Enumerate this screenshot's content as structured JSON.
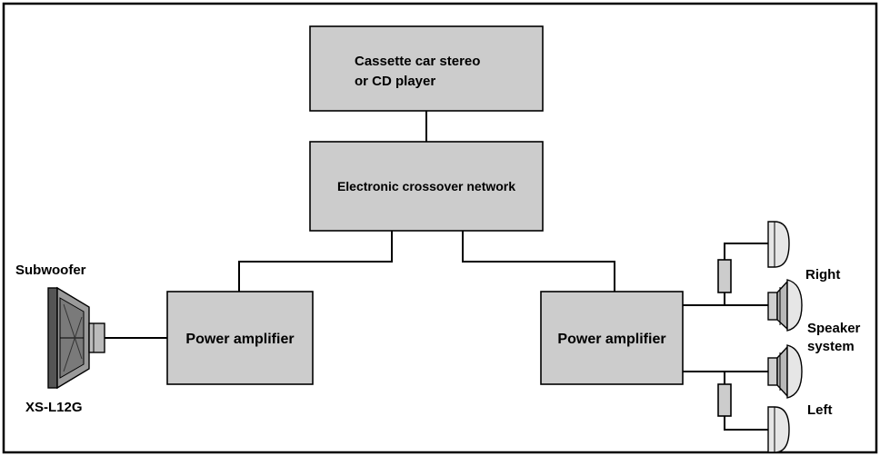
{
  "blocks": {
    "source_line1": "Cassette car stereo",
    "source_line2": "or CD player",
    "crossover": "Electronic crossover network",
    "amp_left": "Power amplifier",
    "amp_right": "Power amplifier"
  },
  "subwoofer": {
    "title": "Subwoofer",
    "model": "XS-L12G"
  },
  "speakers": {
    "right": "Right",
    "system_line1": "Speaker",
    "system_line2": "system",
    "left": "Left"
  }
}
